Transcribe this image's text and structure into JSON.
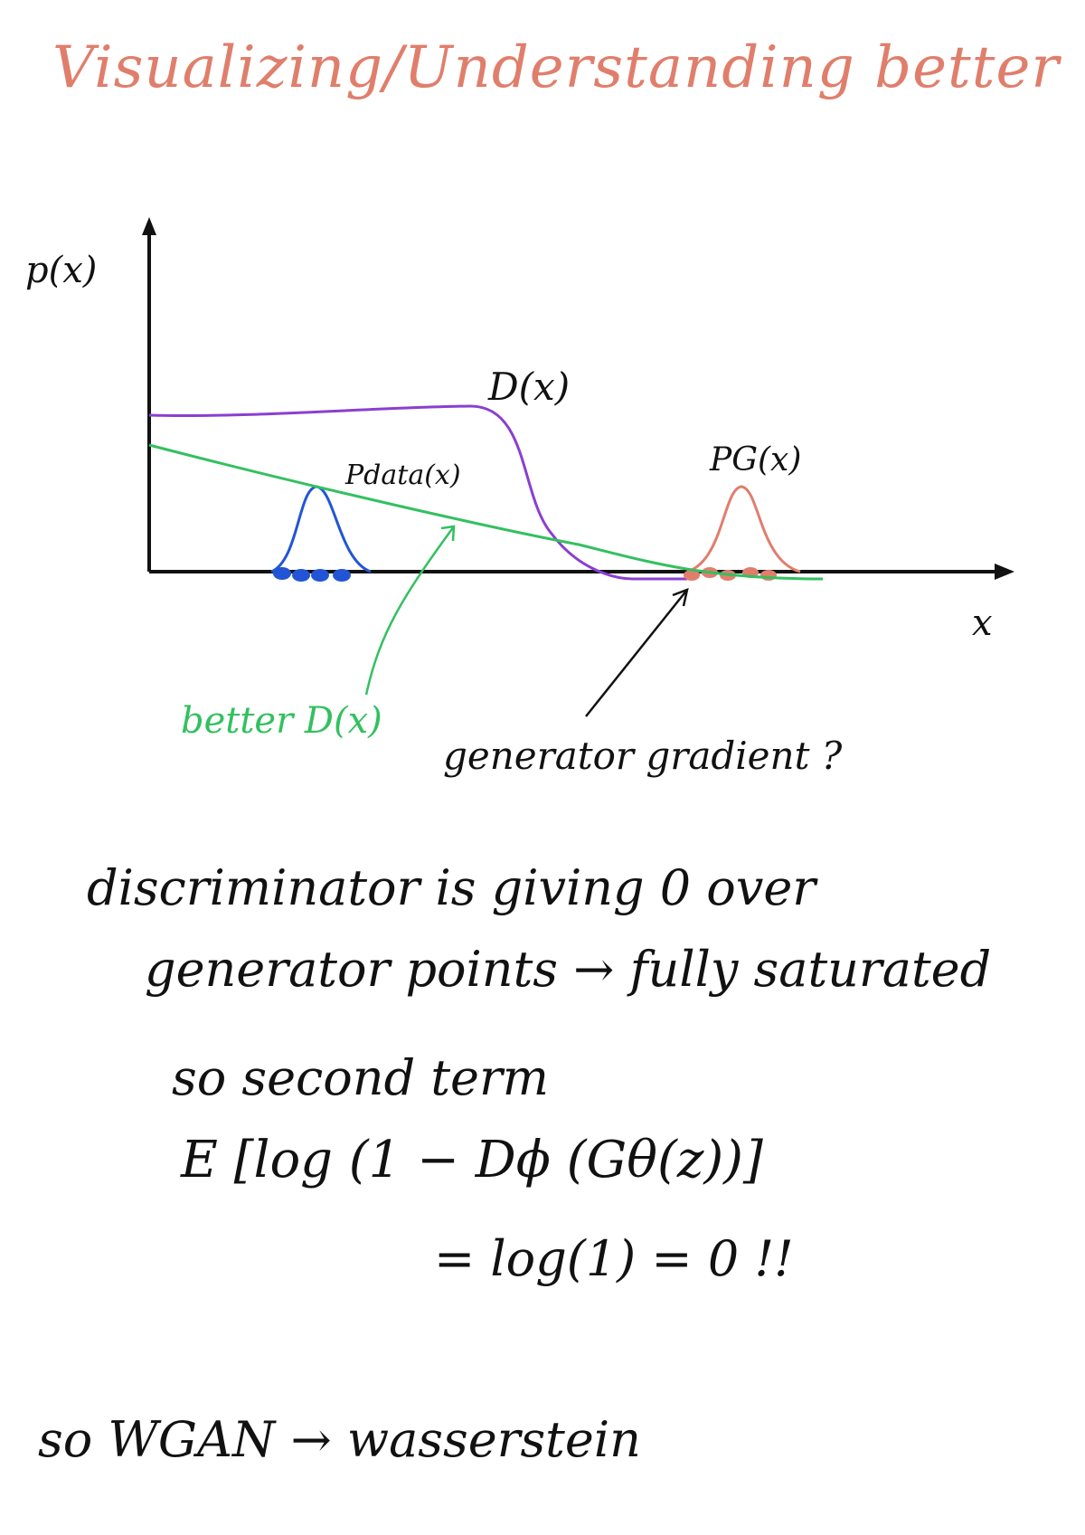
{
  "title": "Visualizing/Understanding better",
  "diagram": {
    "y_axis_label": "p(x)",
    "x_axis_label": "x",
    "curve_labels": {
      "discriminator": "D(x)",
      "p_data": "Pdata(x)",
      "p_g": "PG(x)",
      "better_discriminator": "better D(x)"
    },
    "annotation": "generator gradient ?"
  },
  "notes": {
    "line1": "discriminator is giving 0 over",
    "line2": "generator points → fully saturated",
    "line3": "so second term",
    "line4": "E [log (1 − Dϕ (Gθ(z))]",
    "line5": "= log(1) = 0 !!",
    "line6": "so WGAN → wasserstein"
  },
  "colors": {
    "title": "#e07e6c",
    "axis": "#111111",
    "discriminator": "#8a3fd1",
    "p_data": "#2255d6",
    "p_g": "#e07e6c",
    "better_discriminator": "#33c060",
    "ink": "#111111"
  }
}
